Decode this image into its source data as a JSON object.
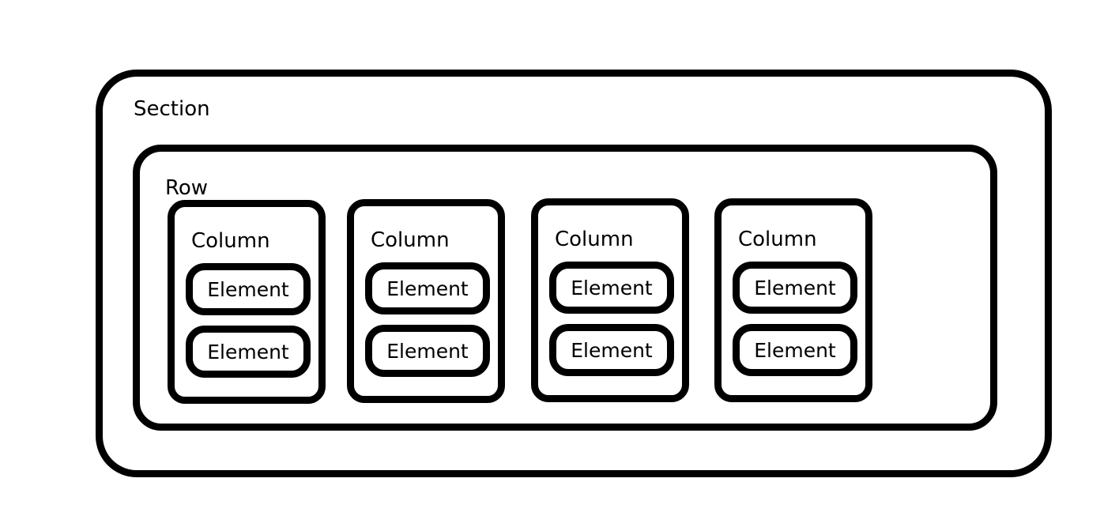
{
  "section": {
    "label": "Section"
  },
  "row": {
    "label": "Row"
  },
  "columns": [
    {
      "label": "Column",
      "elements": [
        "Element",
        "Element"
      ]
    },
    {
      "label": "Column",
      "elements": [
        "Element",
        "Element"
      ]
    },
    {
      "label": "Column",
      "elements": [
        "Element",
        "Element"
      ]
    },
    {
      "label": "Column",
      "elements": [
        "Element",
        "Element"
      ]
    }
  ]
}
